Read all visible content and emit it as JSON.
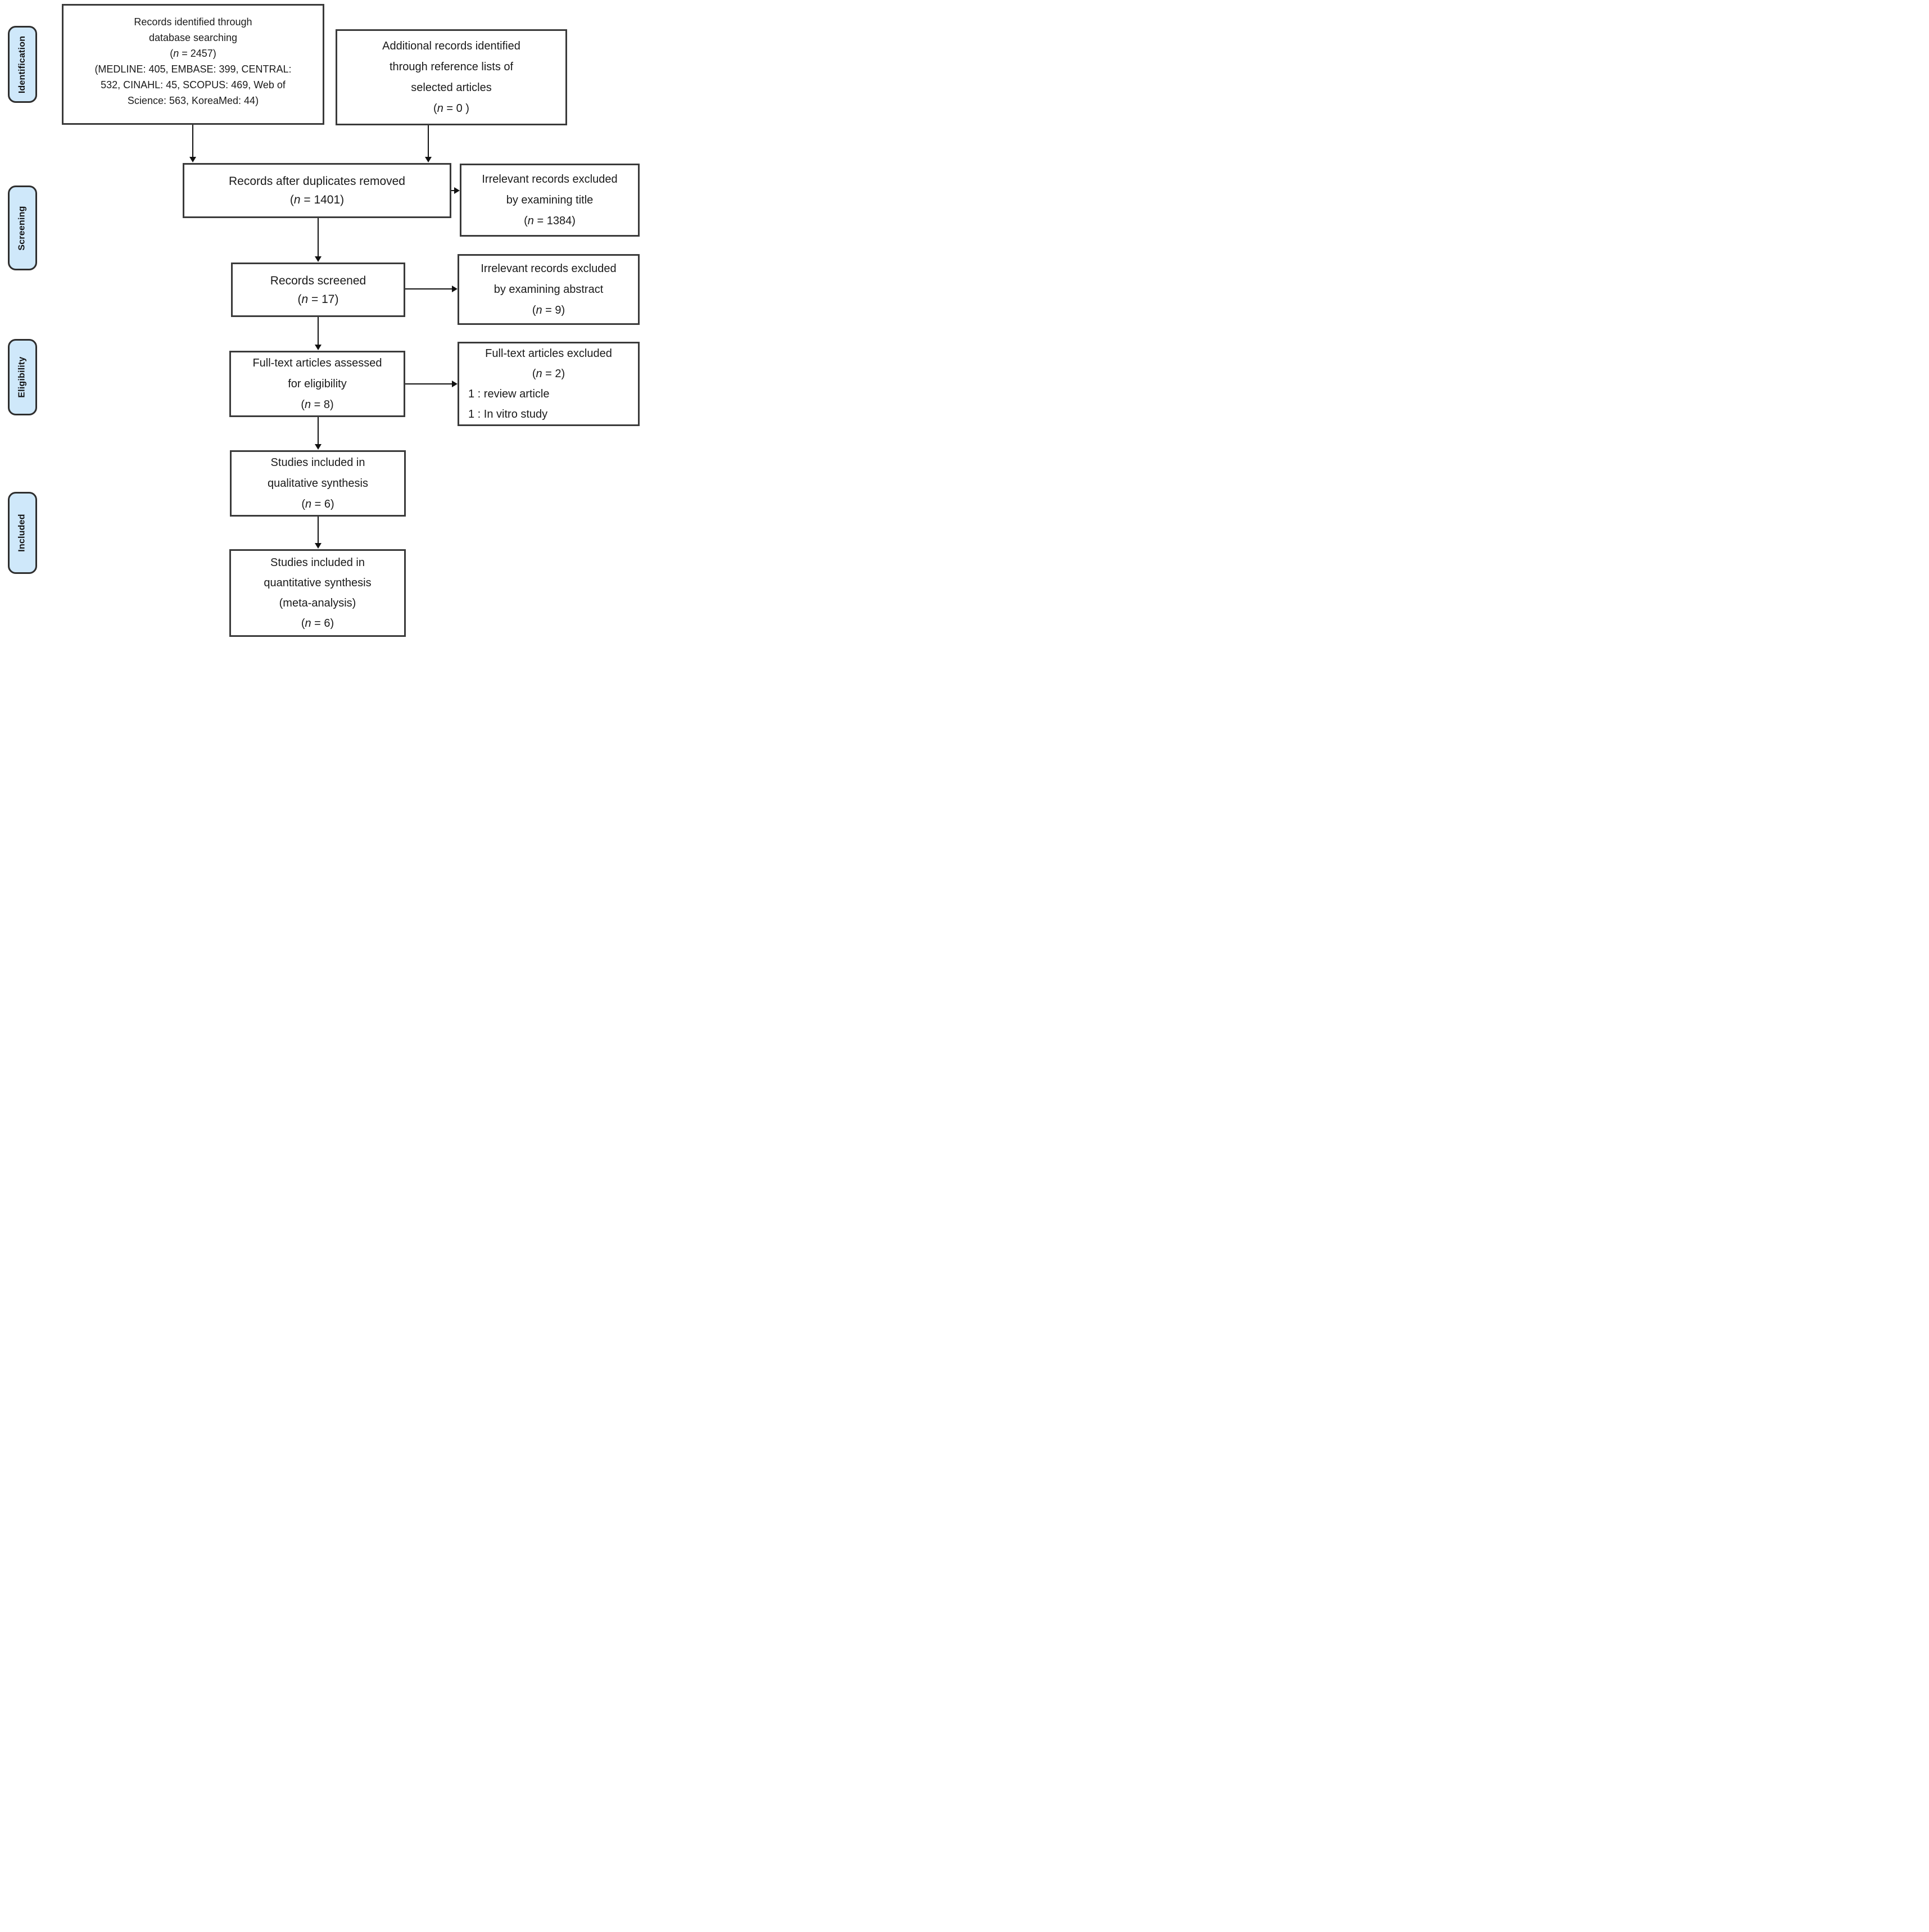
{
  "stages": {
    "identification": "Identification",
    "screening": "Screening",
    "eligibility": "Eligibility",
    "included": "Included"
  },
  "boxes": {
    "records_identified": {
      "lines": [
        "Records identified through",
        "database searching",
        "(n = 2457)",
        "(MEDLINE: 405, EMBASE: 399, CENTRAL:",
        "532, CINAHL: 45, SCOPUS: 469, Web of",
        "Science: 563, KoreaMed: 44)"
      ]
    },
    "additional_records": {
      "lines": [
        "Additional records identified",
        "through reference lists of",
        "selected articles",
        "(n = 0 )"
      ]
    },
    "duplicates_removed": {
      "lines": [
        "Records after duplicates removed",
        "(n = 1401)"
      ]
    },
    "excluded_title": {
      "lines": [
        "Irrelevant records excluded",
        "by examining title",
        "(n = 1384)"
      ]
    },
    "records_screened": {
      "lines": [
        "Records screened",
        "(n = 17)"
      ]
    },
    "excluded_abstract": {
      "lines": [
        "Irrelevant records excluded",
        "by examining abstract",
        "(n = 9)"
      ]
    },
    "fulltext_assessed": {
      "lines": [
        "Full-text articles assessed",
        "for eligibility",
        "(n = 8)"
      ]
    },
    "fulltext_excluded": {
      "lines": [
        "Full-text articles excluded",
        "(n = 2)"
      ],
      "reasons": [
        "1 : review article",
        "1 : In vitro study"
      ]
    },
    "qualitative_synthesis": {
      "lines": [
        "Studies included in",
        "qualitative synthesis",
        "(n = 6)"
      ]
    },
    "quantitative_synthesis": {
      "lines": [
        "Studies included in",
        "quantitative synthesis",
        "(meta-analysis)",
        "(n = 6)"
      ]
    }
  },
  "colors": {
    "stage_fill": "#cfe8fa",
    "box_border": "#3a3a3a",
    "arrow": "#111111"
  }
}
